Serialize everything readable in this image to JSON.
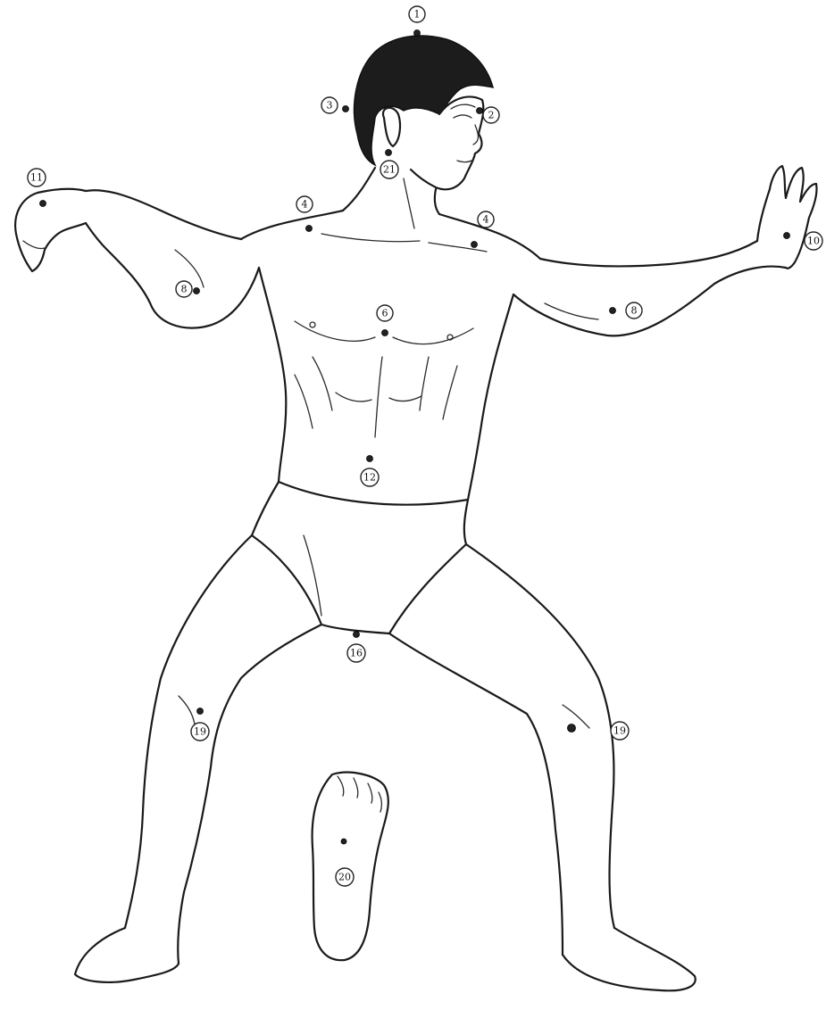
{
  "markers": {
    "m1": "1",
    "m2": "2",
    "m3": "3",
    "m4_left": "4",
    "m4_right": "4",
    "m6": "6",
    "m8_left": "8",
    "m8_right": "8",
    "m10": "10",
    "m11": "11",
    "m12": "12",
    "m16": "16",
    "m19_left": "19",
    "m19_right": "19",
    "m20": "20",
    "m21": "21"
  }
}
